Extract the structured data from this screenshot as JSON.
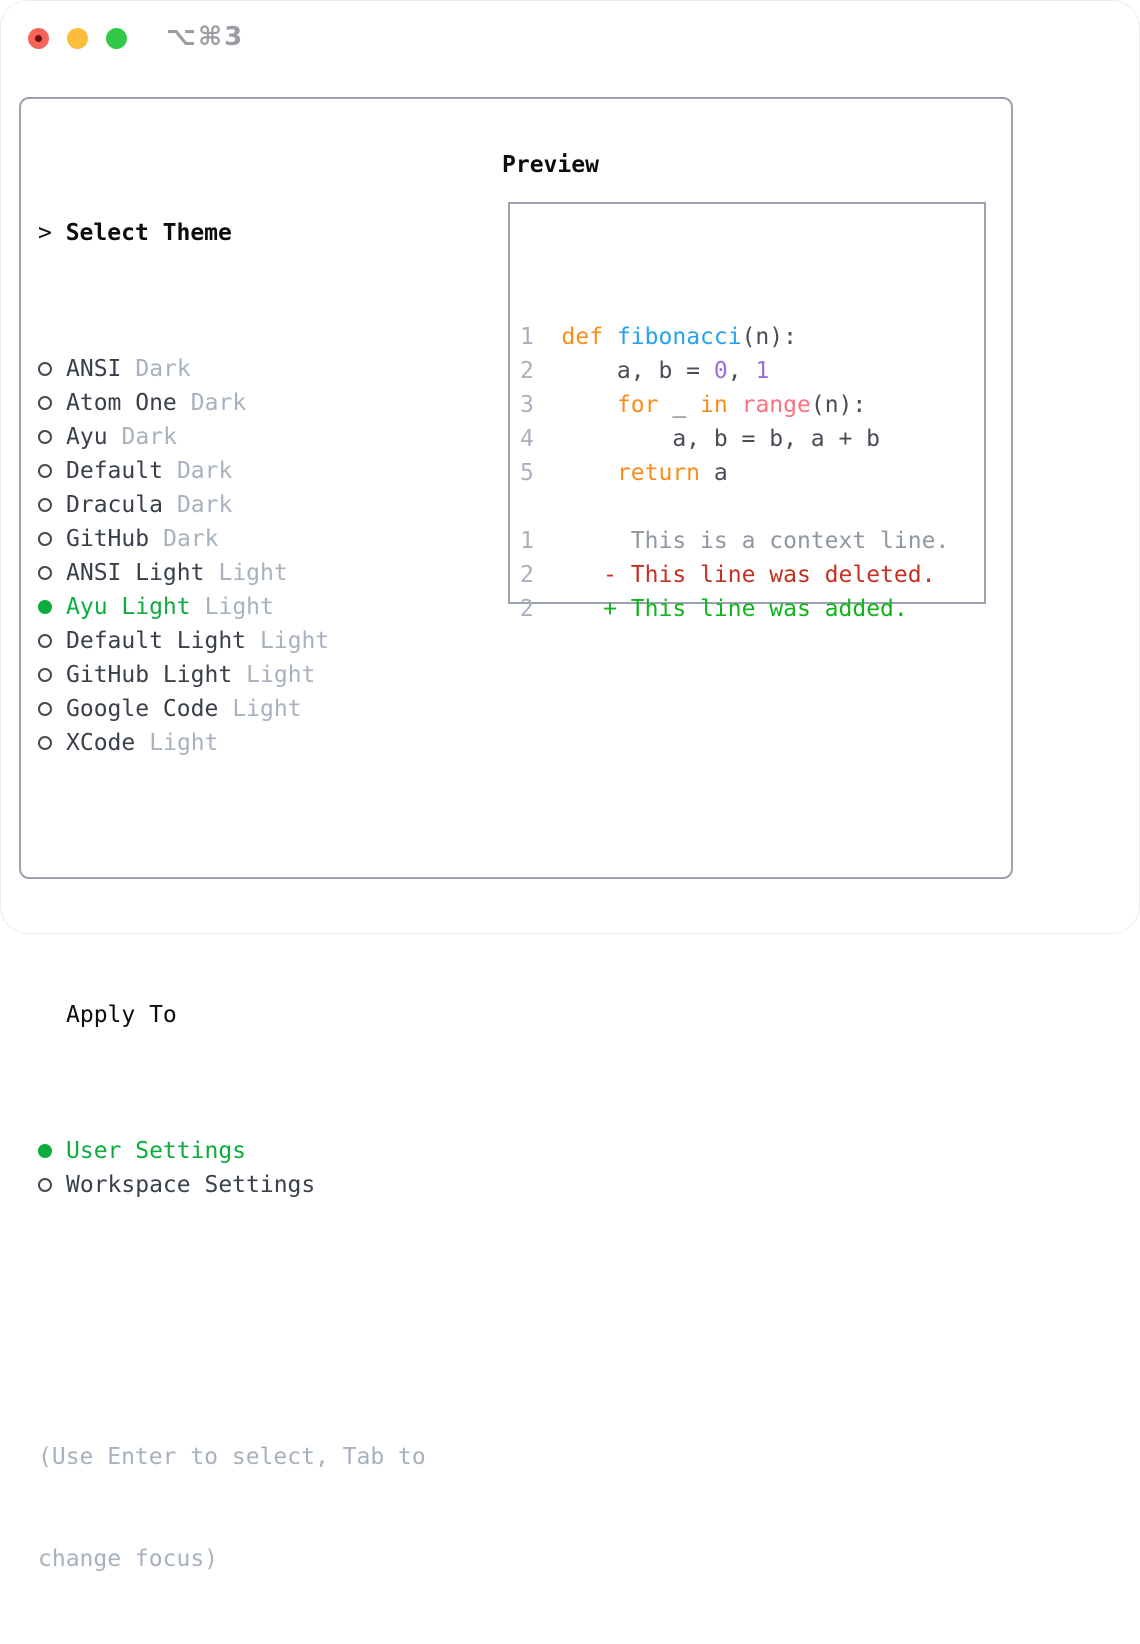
{
  "window": {
    "title": "⌥⌘3",
    "traffic_lights": [
      {
        "name": "close-button"
      },
      {
        "name": "minimize-button"
      },
      {
        "name": "zoom-button"
      }
    ]
  },
  "theme_panel": {
    "header_prefix": "> ",
    "header": "Select Theme",
    "themes": [
      {
        "name": "ANSI",
        "variant": "Dark",
        "selected": false
      },
      {
        "name": "Atom One",
        "variant": "Dark",
        "selected": false
      },
      {
        "name": "Ayu",
        "variant": "Dark",
        "selected": false
      },
      {
        "name": "Default",
        "variant": "Dark",
        "selected": false
      },
      {
        "name": "Dracula",
        "variant": "Dark",
        "selected": false
      },
      {
        "name": "GitHub",
        "variant": "Dark",
        "selected": false
      },
      {
        "name": "ANSI Light",
        "variant": "Light",
        "selected": false
      },
      {
        "name": "Ayu Light",
        "variant": "Light",
        "selected": true
      },
      {
        "name": "Default Light",
        "variant": "Light",
        "selected": false
      },
      {
        "name": "GitHub Light",
        "variant": "Light",
        "selected": false
      },
      {
        "name": "Google Code",
        "variant": "Light",
        "selected": false
      },
      {
        "name": "XCode",
        "variant": "Light",
        "selected": false
      }
    ],
    "apply_to": {
      "header": "Apply To",
      "options": [
        {
          "label": "User Settings",
          "selected": true
        },
        {
          "label": "Workspace Settings",
          "selected": false
        }
      ]
    },
    "help_lines": [
      "(Use Enter to select, Tab to",
      "change focus)"
    ]
  },
  "preview": {
    "header": "Preview",
    "code_lines": [
      {
        "num": "1",
        "segments": [
          [
            "keyword",
            "def"
          ],
          [
            "plain",
            " "
          ],
          [
            "function",
            "fibonacci"
          ],
          [
            "plain",
            "(n):"
          ]
        ]
      },
      {
        "num": "2",
        "segments": [
          [
            "plain",
            "    a, b = "
          ],
          [
            "number",
            "0"
          ],
          [
            "plain",
            ", "
          ],
          [
            "number",
            "1"
          ]
        ]
      },
      {
        "num": "3",
        "segments": [
          [
            "plain",
            "    "
          ],
          [
            "keyword",
            "for"
          ],
          [
            "plain",
            " _ "
          ],
          [
            "keyword",
            "in"
          ],
          [
            "plain",
            " "
          ],
          [
            "builtin",
            "range"
          ],
          [
            "plain",
            "(n):"
          ]
        ]
      },
      {
        "num": "4",
        "segments": [
          [
            "plain",
            "        a, b = b, a + b"
          ]
        ]
      },
      {
        "num": "5",
        "segments": [
          [
            "plain",
            "    "
          ],
          [
            "keyword",
            "return"
          ],
          [
            "plain",
            " a"
          ]
        ]
      }
    ],
    "diff_lines": [
      {
        "num": "1",
        "segments": [
          [
            "context",
            "       This is a context line."
          ]
        ]
      },
      {
        "num": "2",
        "segments": [
          [
            "deleted",
            "     - This line was deleted."
          ]
        ]
      },
      {
        "num": "2",
        "segments": [
          [
            "added",
            "     + This line was added."
          ]
        ]
      }
    ],
    "syntax_colors": {
      "linenum": "#a8b1be",
      "keyword": "#f98d1c",
      "function": "#27a3e9",
      "number": "#9b6ed8",
      "builtin": "#f9737f",
      "plain": "#474d57",
      "context": "#8f97a2",
      "deleted": "#c43122",
      "added": "#10b41c"
    }
  },
  "colors": {
    "tl-red": "#f4635c",
    "tl-red-dot": "#6e100c",
    "tl-yellow": "#fcbd3a",
    "tl-green": "#32c949",
    "title-gray": "#9a9ea4",
    "border-gray": "#99a2ae",
    "header-black": "#0b0c0e",
    "item-dark": "#3a404b",
    "ring-dark": "#454b55",
    "muted-gray": "#a8b1be",
    "select-green": "#0cac3e"
  }
}
